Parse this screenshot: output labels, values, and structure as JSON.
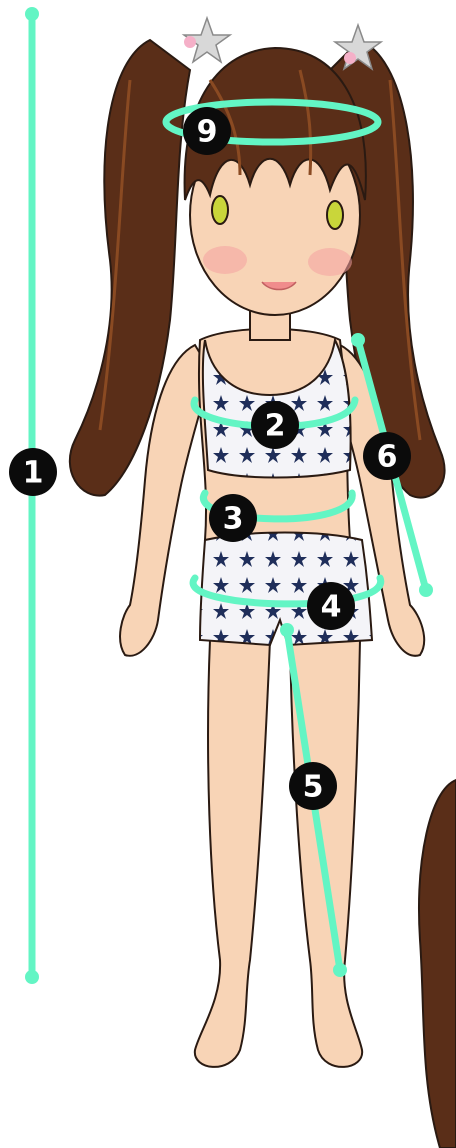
{
  "colors": {
    "measure_line": "#63f5c4",
    "badge_fill": "#0b0b0b",
    "badge_text": "#ffffff",
    "skin": "#f8d4b6",
    "skin_shade": "#f0b996",
    "hair": "#5a2e18",
    "hair_light": "#8a4a22",
    "outline": "#2a1a12",
    "clothing": "#f4f4f8",
    "star_print": "#1f2e5a",
    "cheek": "#f4a0a0",
    "eye": "#c9d63a"
  },
  "icons": {
    "hair_clip": "star-icon"
  },
  "measurements": [
    {
      "id": "height",
      "label": "1"
    },
    {
      "id": "chest",
      "label": "2"
    },
    {
      "id": "waist",
      "label": "3"
    },
    {
      "id": "hips",
      "label": "4"
    },
    {
      "id": "inseam",
      "label": "5"
    },
    {
      "id": "arm",
      "label": "6"
    },
    {
      "id": "head",
      "label": "9"
    }
  ]
}
